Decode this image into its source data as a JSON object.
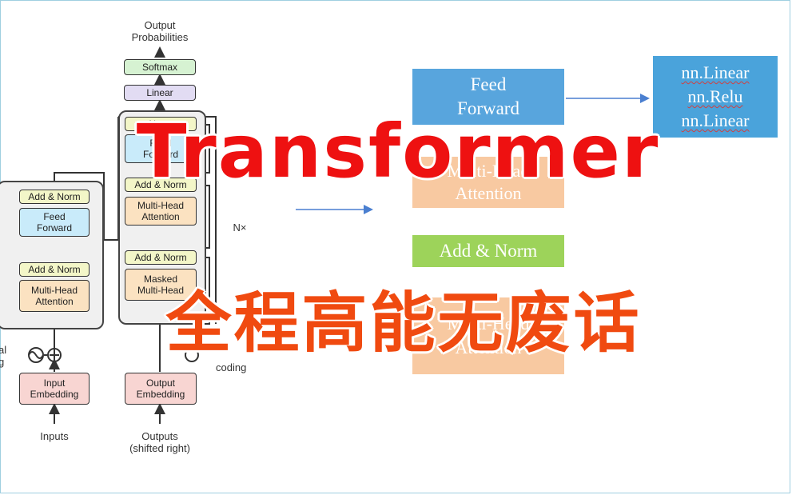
{
  "left_diagram": {
    "output_probabilities": "Output\nProbabilities",
    "softmax": "Softmax",
    "linear": "Linear",
    "add_norm": "Add & Norm",
    "feed_forward": "Feed\nForward",
    "multi_head_attention": "Multi-Head\nAttention",
    "masked_multi_head_attention": "Masked\nMulti-Head",
    "input_embedding": "Input\nEmbedding",
    "output_embedding": "Output\nEmbedding",
    "inputs": "Inputs",
    "outputs": "Outputs\n(shifted right)",
    "nx": "N×",
    "positional_encoding_left_fragment": "al\ng",
    "positional_encoding_right_fragment": "coding",
    "feed_fragment": "Feed\nForward",
    "norm_fragment": "Norm"
  },
  "right_diagram": {
    "feed_forward": "Feed\nForward",
    "nn_items": [
      "nn.Linear",
      "nn.Relu",
      "nn.Linear"
    ],
    "attention_fragment": "Multi-Head\nAttention",
    "add_norm": "Add & Norm",
    "lower_fragment": "Multi-Head\nAttention"
  },
  "overlay": {
    "title": "Transformer",
    "subtitle": "全程高能无废话"
  },
  "colors": {
    "title": "#ee1111",
    "subtitle": "#f04a10",
    "ff_blue": "#58a5dd",
    "add_norm_green": "#9dd35a",
    "attention_orange": "#f8c9a1"
  }
}
